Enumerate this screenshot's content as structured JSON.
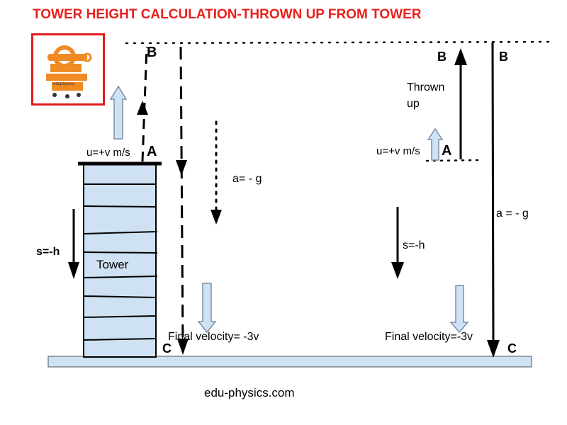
{
  "title": "TOWER HEIGHT CALCULATION-THROWN UP FROM TOWER",
  "logo": {
    "text": "eduphysics"
  },
  "left": {
    "point_b": "B",
    "point_a": "A",
    "point_c": "C",
    "initial_velocity": "u=+v  m/s",
    "acceleration": "a= - g",
    "displacement": "s=-h",
    "tower_label": "Tower",
    "final_velocity": "Final velocity= -3v"
  },
  "right": {
    "point_b_left": "B",
    "point_b_right": "B",
    "point_a": "A",
    "point_c": "C",
    "thrown_up_line1": "Thrown",
    "thrown_up_line2": "up",
    "initial_velocity": "u=+v m/s",
    "acceleration": "a = - g",
    "displacement": "s=-h",
    "final_velocity": "Final velocity=-3v"
  },
  "footer": "edu-physics.com",
  "colors": {
    "title": "#e8201c",
    "tower_fill": "#cfe2f3",
    "arrow_outline": "#7a8fa8",
    "logo_orange": "#f08a24",
    "logo_border": "#e31b1b"
  }
}
